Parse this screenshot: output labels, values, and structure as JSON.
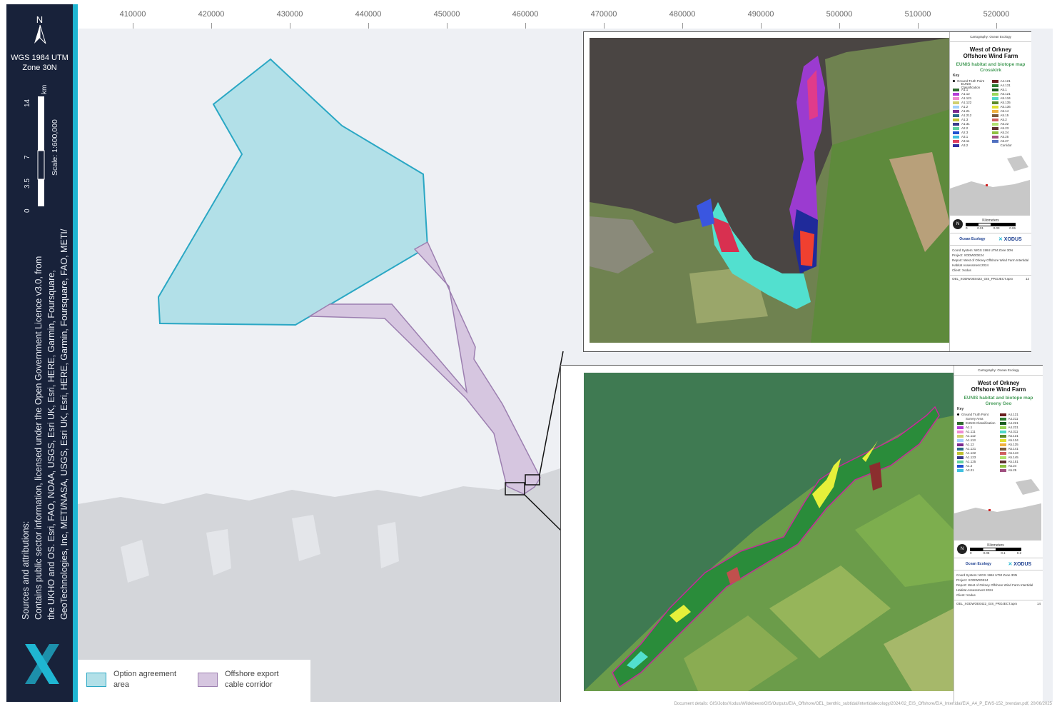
{
  "sidebar": {
    "north_label": "N",
    "projection": [
      "WGS 1984 UTM",
      "Zone 30N"
    ],
    "scale_unit": "km",
    "scale_ticks": [
      "14",
      "7",
      "3.5",
      "0"
    ],
    "scale_text": "Scale: 1:600,000",
    "attribution": [
      "Sources and attributions:",
      "Contains public sector information, licensed under the Open Government Licence v3.0, from",
      "the UKHO and OS. Esri, FAO, NOAA, USGS, Esri UK, Esri, HERE, Garmin, Foursquare,",
      "GeoTechnologies, Inc, METI/NASA, USGS, Esri UK, Esri, HERE, Garmin, Foursquare, FAO, METI/"
    ]
  },
  "x_ticks": [
    "410000",
    "420000",
    "430000",
    "440000",
    "450000",
    "460000",
    "470000",
    "480000",
    "490000",
    "500000",
    "510000",
    "520000"
  ],
  "legend": [
    {
      "label_1": "Option agreement",
      "label_2": "area",
      "color": "#b2e0e8",
      "border": "#2aa7c4"
    },
    {
      "label_1": "Offshore export",
      "label_2": "cable corridor",
      "color": "#d6c6e0",
      "border": "#9c7fb0"
    }
  ],
  "insets": [
    {
      "header": "Cartography: Ocean Ecology",
      "title_1": "West of Orkney",
      "title_2": "Offshore Wind Farm",
      "subtitle_1": "EUNIS habitat and biotope map",
      "subtitle_2": "Crosskirk",
      "key_label": "Key",
      "key_items": [
        "Ground Truth Point",
        "A4.121",
        "EUNIS Classification",
        "A4.131",
        "A1.1",
        "A5.1",
        "A1.12",
        "A5.121",
        "A1.121",
        "A5.134",
        "A1.122",
        "A5.135",
        "A1.2",
        "A5.136",
        "A1.21",
        "A5.14",
        "A1.212",
        "A5.15",
        "A1.3",
        "A5.2",
        "A1.31",
        "A5.22",
        "A2.2",
        "A5.23",
        "A2.3",
        "A5.24",
        "A3.1",
        "A5.25",
        "A3.11",
        "A5.27",
        "A3.2",
        "Corridor"
      ],
      "scale_label": "Kilometers",
      "scale_ticks": [
        "0",
        "0.01",
        "0.03",
        "0.06"
      ],
      "brand_1": "Ocean Ecology",
      "brand_2": "XODUS",
      "meta": [
        "Coord System: WGS 1984 UTM Zone 30N",
        "Project: XODW0OE24",
        "Report: West of Orkney Offshore Wind Farm Intertidal Habitat Assessment 2024",
        "Client: Xodus"
      ],
      "doc": "OEL_XODWOE0422_GIS_PROJECT.aprx",
      "page": "12"
    },
    {
      "header": "Cartography: Ocean Ecology",
      "title_1": "West of Orkney",
      "title_2": "Offshore Wind Farm",
      "subtitle_1": "EUNIS habitat and biotope map",
      "subtitle_2": "Greeny Geo",
      "key_label": "Key",
      "key_items": [
        "Ground Truth Point",
        "A4.131",
        "Survey Area",
        "A4.211",
        "EUNIS Classification",
        "A4.221",
        "A1.1",
        "A4.231",
        "A1.111",
        "A4.311",
        "A1.112",
        "A5.131",
        "A1.113",
        "A5.134",
        "A1.12",
        "A5.135",
        "A1.121",
        "A5.141",
        "A1.122",
        "A5.143",
        "A1.123",
        "A5.145",
        "A1.125",
        "A5.151",
        "A1.2",
        "A5.24",
        "A3.21",
        "A5.25"
      ],
      "scale_label": "Kilometers",
      "scale_ticks": [
        "0",
        "0.05",
        "0.1",
        "0.2"
      ],
      "brand_1": "Ocean Ecology",
      "brand_2": "XODUS",
      "meta": [
        "Coord System: WGS 1984 UTM Zone 30N",
        "Project: XODW0OE24",
        "Report: West of Orkney Offshore Wind Farm Intertidal Habitat Assessment 2024",
        "Client: Xodus"
      ],
      "doc": "OEL_XODWOE0422_GIS_PROJECT.aprx",
      "page": "14"
    }
  ],
  "footer": "Document details: GIS/Jobs/Xodus/Wildebeest/GIS/Outputs/EIA_Offshore/OEL_benthic_subtidal/intertidalecology/2024/02_EIS_Offshore/EIA_Intertidal/EIA_A4_P_EWS-152_brendan.pdf, 20/06/2025",
  "colors": {
    "sidebar": "#18223a",
    "stripe": "#1fb6d2",
    "sea": "#eef0f4",
    "land": "#d4d6da"
  }
}
